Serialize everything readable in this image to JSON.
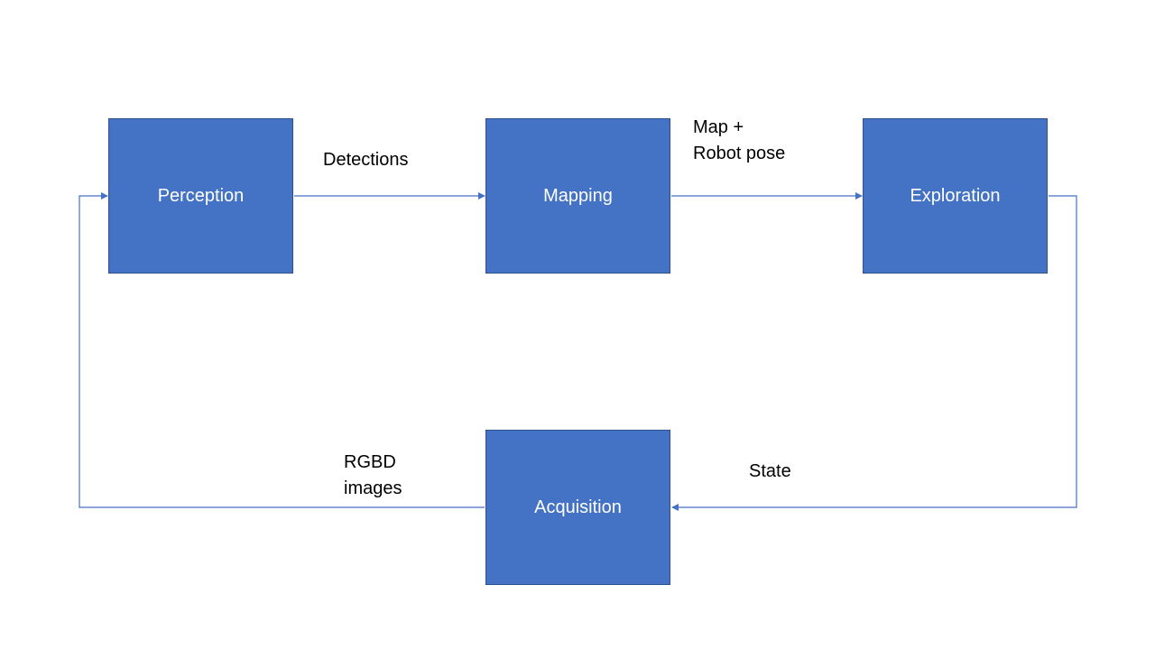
{
  "colors": {
    "block_fill": "#4472c4",
    "block_border": "#2f528f",
    "arrow": "#4472c4",
    "block_text": "#ffffff",
    "label_text": "#000000"
  },
  "blocks": {
    "perception": "Perception",
    "mapping": "Mapping",
    "exploration": "Exploration",
    "acquisition": "Acquisition"
  },
  "edges": {
    "perception_to_mapping": "Detections",
    "mapping_to_exploration": "Map +\nRobot pose",
    "exploration_to_acquisition": "State",
    "acquisition_to_perception": "RGBD\nimages"
  }
}
